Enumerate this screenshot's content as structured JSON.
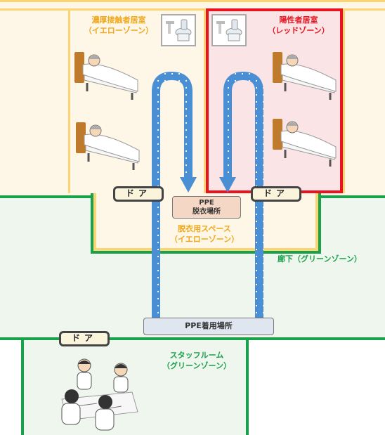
{
  "rooms": {
    "yellow_room": {
      "line1": "濃厚接触者居室",
      "line2": "（イエローゾーン）"
    },
    "red_room": {
      "line1": "陽性者居室",
      "line2": "（レッドゾーン）"
    },
    "undress_space": {
      "line1": "脱衣用スペース",
      "line2": "（イエローゾーン）"
    },
    "corridor": {
      "label": "廊下（グリーンゾーン）"
    },
    "staff_room": {
      "line1": "スタッフルーム",
      "line2": "（グリーンゾーン）"
    }
  },
  "doors": {
    "label": "ドア"
  },
  "ppe_undress": {
    "line1": "PPE",
    "line2": "脱衣場所"
  },
  "ppe_don": {
    "label": "PPE着用場所"
  },
  "colors": {
    "yellow_border": "#fbd574",
    "yellow_fill": "#fef6e6",
    "red_border": "#e8131f",
    "red_fill": "#fbe4e6",
    "green_border": "#1aa14b",
    "green_fill": "#eef6ee",
    "arrow_blue": "#4a8fd4",
    "ppe_undress_fill": "#f4d7c4",
    "ppe_don_fill": "#dfe6ef"
  }
}
